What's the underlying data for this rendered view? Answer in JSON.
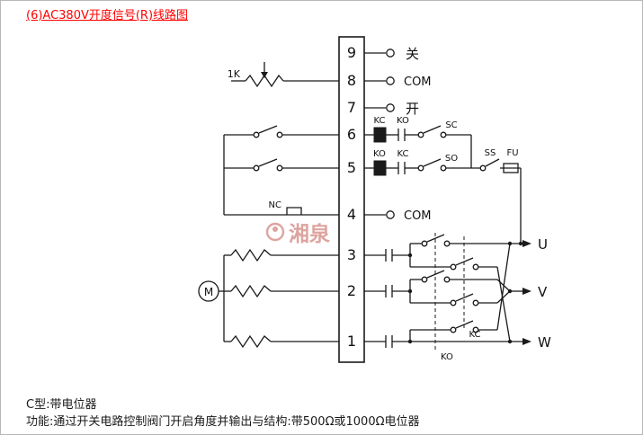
{
  "page": {
    "title": "(6)AC380V开度信号(R)线路图",
    "footer_line1": "C型:带电位器",
    "footer_line2": "功能:通过开关电路控制阀门开启角度并输出与结构:带500Ω或1000Ω电位器"
  },
  "colors": {
    "title_red": "#ff0000",
    "line_black": "#1a1a1a",
    "watermark_red": "#c25b52"
  },
  "diagram": {
    "terminals": [
      "9",
      "8",
      "7",
      "6",
      "5",
      "4",
      "3",
      "2",
      "1"
    ],
    "io": {
      "t9": "关",
      "t8": "COM",
      "t7": "开",
      "t4": "COM"
    },
    "left": {
      "pot": "1K",
      "nc": "NC",
      "motor": "M"
    },
    "control": {
      "kc_coil": "KC",
      "ko_aux": "KO",
      "ko_coil": "KO",
      "kc_aux": "KC",
      "sc": "SC",
      "so": "SO",
      "ss": "SS",
      "fu": "FU"
    },
    "power": {
      "u": "U",
      "v": "V",
      "w": "W",
      "kc_link": "KC",
      "ko_link": "KO"
    },
    "watermark": "湘泉"
  }
}
